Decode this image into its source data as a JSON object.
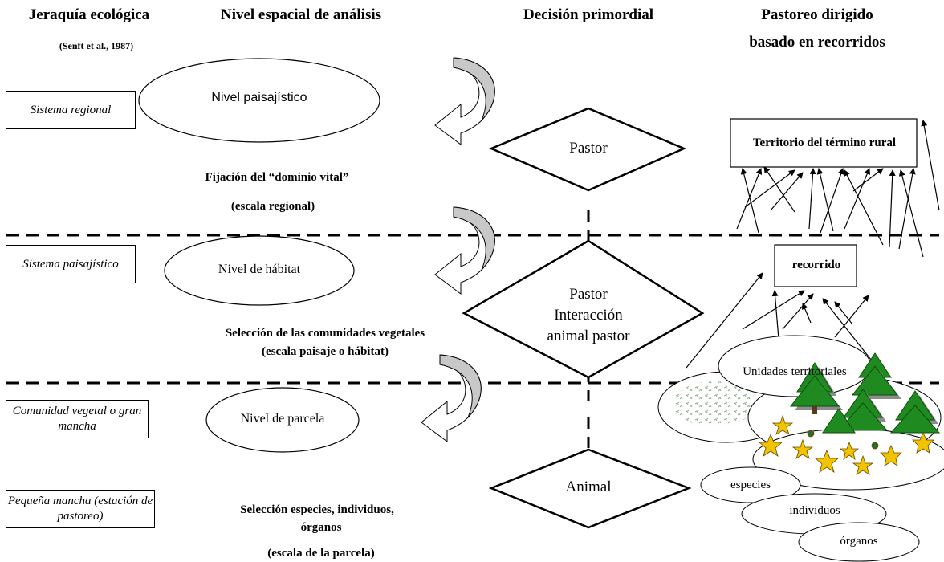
{
  "headers": {
    "col1": "Jeraquía ecológica",
    "col1_sub": "(Senft et al., 1987)",
    "col2": "Nivel espacial de análisis",
    "col3": "Decisión primordial",
    "col4_line1": "Pastoreo dirigido",
    "col4_line2": "basado en recorridos"
  },
  "hierarchy": [
    {
      "label": "Sistema regional"
    },
    {
      "label": "Sistema paisajístico"
    },
    {
      "label": "Comunidad vegetal o gran mancha"
    },
    {
      "label": "Pequeña mancha (estación de pastoreo)"
    }
  ],
  "spatial_levels": [
    {
      "label": "Nivel paisajístico"
    },
    {
      "label": "Nivel de hábitat"
    },
    {
      "label": "Nivel de parcela"
    }
  ],
  "descriptions": {
    "regional_1": "Fijación  del “dominio vital”",
    "regional_2": "(escala regional)",
    "habitat_1": "Selección de las comunidades vegetales",
    "habitat_2": "(escala paisaje o hábitat)",
    "parcel_1": "Selección especies, individuos,",
    "parcel_2": "órganos",
    "parcel_3": "(escala de la  parcela)"
  },
  "decisions": {
    "d1": "Pastor",
    "d2_line1": "Pastor",
    "d2_line2": "Interacción",
    "d2_line3": "animal pastor",
    "d3": "Animal"
  },
  "route": {
    "territory": "Territorio del término rural",
    "route_box": "recorrido",
    "units": "Unidades territoriales",
    "species": "especies",
    "individuals": "individuos",
    "organs": "órganos"
  },
  "colors": {
    "tree_green": "#1f8a1f",
    "tree_shadow": "#8c8c8c",
    "flower_yellow": "#f2c300",
    "scrub_green": "#8fb98f",
    "arrow_fill": "#c8c8c8"
  }
}
